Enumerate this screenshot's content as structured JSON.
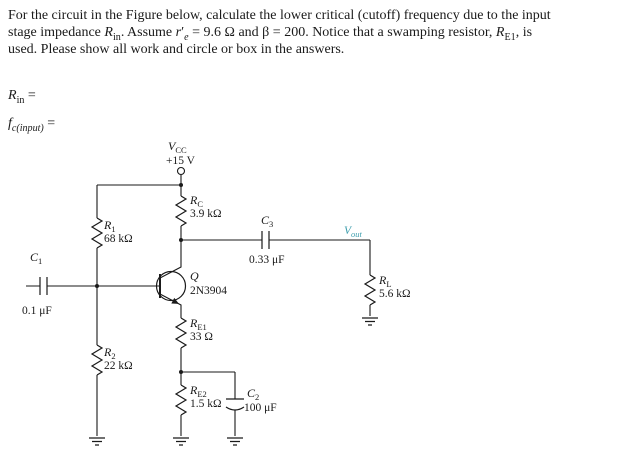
{
  "page": {
    "bg": "#ffffff",
    "ink": "#1a1a1a",
    "vout_color": "#3f9fae"
  },
  "problem": {
    "line1": [
      {
        "t": "For the circuit in the Figure below, calculate the lower critical (cutoff) frequency due to the input"
      }
    ],
    "line2": [
      {
        "t": "stage impedance "
      },
      {
        "t": "R",
        "i": true
      },
      {
        "t": "in",
        "s": true
      },
      {
        "t": ". Assume "
      },
      {
        "t": "r",
        "i": true
      },
      {
        "t": "′"
      },
      {
        "t": "e",
        "s": true,
        "i": true
      },
      {
        "t": " = 9.6 Ω and β = 200. Notice that a swamping resistor, "
      },
      {
        "t": "R",
        "i": true
      },
      {
        "t": "E1",
        "s": true
      },
      {
        "t": ", is"
      }
    ],
    "line3": [
      {
        "t": "used. Please show all work and circle or box in the answers."
      }
    ]
  },
  "answers": {
    "rin": [
      {
        "t": "R",
        "i": true
      },
      {
        "t": "in",
        "s": true
      },
      {
        "t": " ="
      }
    ],
    "fc": [
      {
        "t": "f",
        "i": true
      },
      {
        "t": "c(input)",
        "s": true,
        "i": true
      },
      {
        "t": " ="
      }
    ]
  },
  "circuit": {
    "vcc": {
      "sym": "V",
      "sub": "CC",
      "value": "+15 V"
    },
    "r1": {
      "sym": "R",
      "sub": "1",
      "value": "68 kΩ"
    },
    "r2": {
      "sym": "R",
      "sub": "2",
      "value": "22 kΩ"
    },
    "rc": {
      "sym": "R",
      "sub": "C",
      "value": "3.9 kΩ"
    },
    "re1": {
      "sym": "R",
      "sub": "E1",
      "value": "33 Ω"
    },
    "re2": {
      "sym": "R",
      "sub": "E2",
      "value": "1.5 kΩ"
    },
    "rl": {
      "sym": "R",
      "sub": "L",
      "value": "5.6 kΩ"
    },
    "c1": {
      "sym": "C",
      "sub": "1",
      "value": "0.1 μF"
    },
    "c2": {
      "sym": "C",
      "sub": "2",
      "value": "100 μF"
    },
    "c3": {
      "sym": "C",
      "sub": "3",
      "value": "0.33 μF"
    },
    "q": {
      "sym": "Q",
      "value": "2N3904"
    },
    "vout": {
      "sym": "V",
      "sub": "out"
    }
  }
}
